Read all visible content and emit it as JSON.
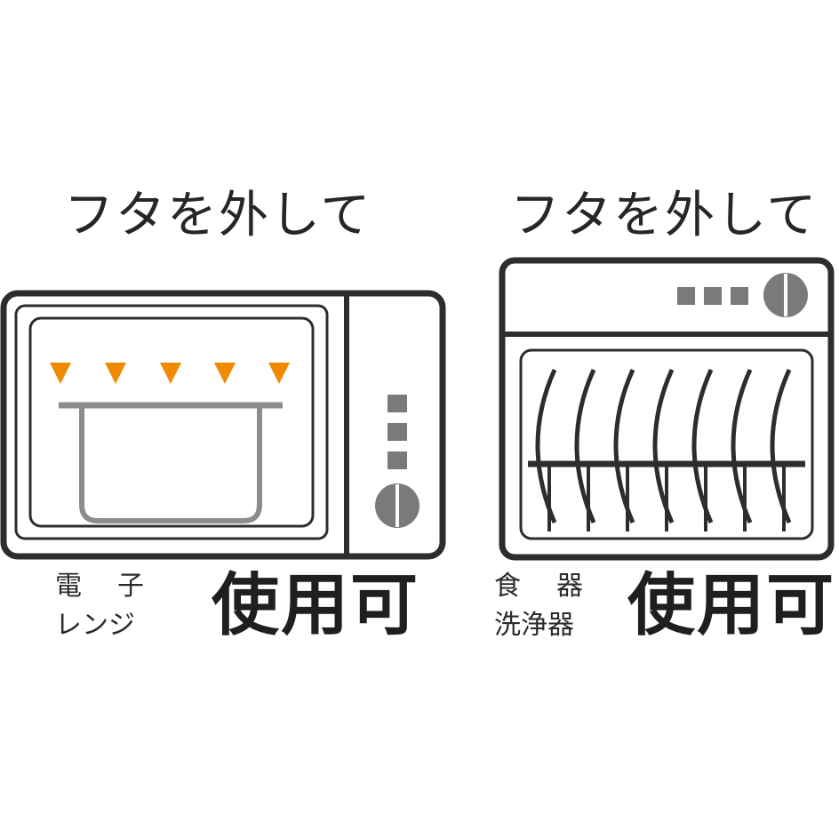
{
  "microwave": {
    "heading": "フタを外して",
    "caption_line1": "電子",
    "caption_line2": "レンジ",
    "usable": "使用可",
    "heat_color": "#f08a00"
  },
  "dishwasher": {
    "heading": "フタを外して",
    "caption_line1": "食器",
    "caption_line2": "洗浄器",
    "usable": "使用可"
  },
  "colors": {
    "outline": "#333333",
    "panel_gray": "#7a7a7a",
    "container_gray": "#8c8c8c"
  }
}
